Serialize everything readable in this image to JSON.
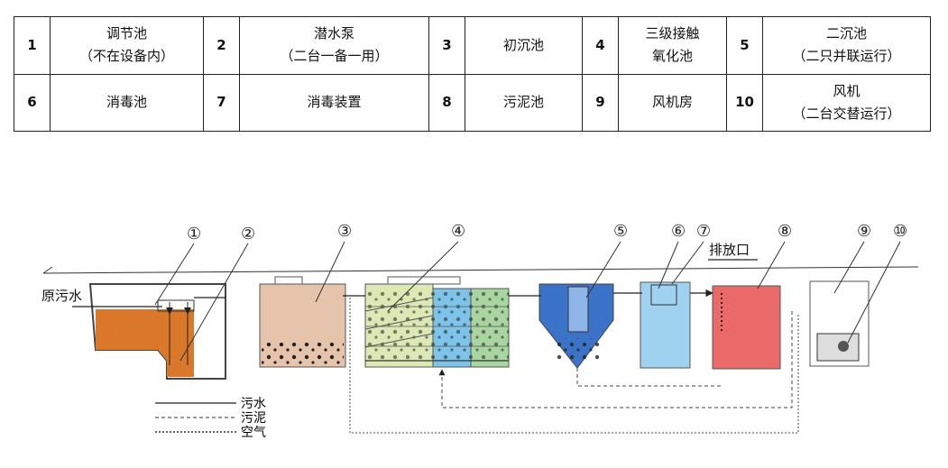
{
  "legend_table": {
    "rows": [
      [
        {
          "num": "1",
          "name": "调节池",
          "sub": "（不在设备内）"
        },
        {
          "num": "2",
          "name": "潜水泵",
          "sub": "（二台一备一用）"
        },
        {
          "num": "3",
          "name": "初沉池",
          "sub": ""
        },
        {
          "num": "4",
          "name": "三级接触",
          "sub": "氧化池"
        },
        {
          "num": "5",
          "name": "二沉池",
          "sub": "（二只并联运行）"
        }
      ],
      [
        {
          "num": "6",
          "name": "消毒池",
          "sub": ""
        },
        {
          "num": "7",
          "name": "消毒装置",
          "sub": ""
        },
        {
          "num": "8",
          "name": "污泥池",
          "sub": ""
        },
        {
          "num": "9",
          "name": "风机房",
          "sub": ""
        },
        {
          "num": "10",
          "name": "风机",
          "sub": "（二台交替运行）"
        }
      ]
    ]
  },
  "diagram": {
    "inlet_label": "原污水",
    "outlet_label": "排放口",
    "markers": [
      "①",
      "②",
      "③",
      "④",
      "⑤",
      "⑥",
      "⑦",
      "⑧",
      "⑨",
      "⑩"
    ],
    "line_legend": {
      "sewage": "污水",
      "sludge": "污泥",
      "air": "空气"
    },
    "colors": {
      "regulating_tank": "#d9782a",
      "primary_settling": "#e6c3ab",
      "oxidation_1": "#dde9b4",
      "oxidation_2": "#7ec4ea",
      "oxidation_3": "#a9d6a0",
      "secondary_settling": "#3b73c9",
      "disinfection": "#9fd2ef",
      "sludge_tank": "#ea6a6a"
    }
  }
}
